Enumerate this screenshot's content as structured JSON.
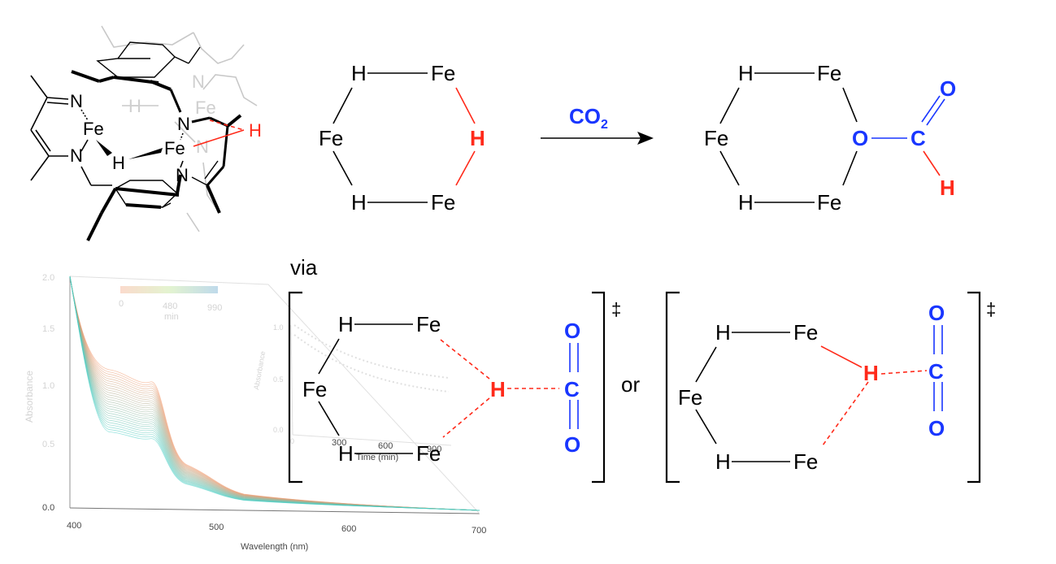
{
  "colors": {
    "black": "#000000",
    "red": "#ff2a1a",
    "blue": "#1936ff",
    "ghost": "#c8c8c8"
  },
  "scheme": {
    "reagent": "CO",
    "reagent_subscript": "2",
    "via": "via",
    "or": "or",
    "ts_symbol": "‡"
  },
  "atoms": {
    "fe": "Fe",
    "h": "H",
    "n": "N",
    "o": "O",
    "c": "C"
  },
  "background_plot": {
    "x_label": "Wavelength (nm)",
    "y_label": "Absorbance",
    "x_ticks": [
      "400",
      "500",
      "600",
      "700"
    ],
    "y_ticks": [
      "0.0",
      "0.5",
      "1.0",
      "1.5",
      "2.0"
    ],
    "colorbar_ticks": [
      "0",
      "480",
      "990"
    ],
    "colorbar_unit": "min",
    "inset_x_label": "Time (min)",
    "inset_y_label": "Absorbance",
    "inset_x_ticks": [
      "0",
      "300",
      "600",
      "900"
    ],
    "inset_y_ticks": [
      "0.0",
      "0.5",
      "1.0"
    ]
  }
}
